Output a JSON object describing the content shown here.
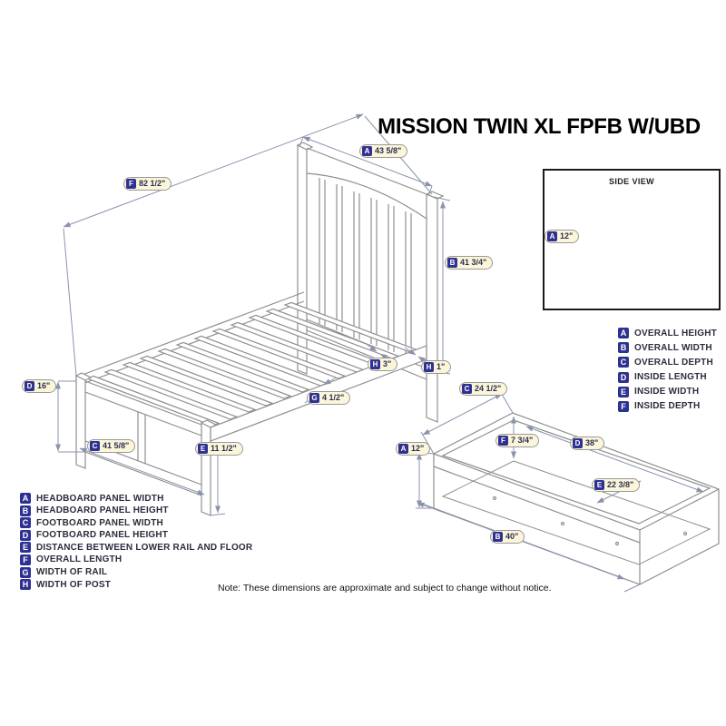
{
  "title": "MISSION TWIN XL FPFB W/UBD",
  "note": "Note:  These dimensions are approximate and subject to change without notice.",
  "side_view": {
    "title": "SIDE VIEW"
  },
  "colors": {
    "badge_bg": "#FBF6D9",
    "badge_letter_bg": "#2E3192",
    "line": "#8F8F8F",
    "dim_line": "#8A93AC",
    "legend_text": "#2C2C3E"
  },
  "dims": {
    "bed": [
      {
        "letter": "A",
        "value": "43 5/8\""
      },
      {
        "letter": "F",
        "value": "82 1/2\""
      },
      {
        "letter": "B",
        "value": "41 3/4\""
      },
      {
        "letter": "D",
        "value": "16\""
      },
      {
        "letter": "C",
        "value": "41 5/8\""
      },
      {
        "letter": "E",
        "value": "11 1/2\""
      },
      {
        "letter": "G",
        "value": "4 1/2\""
      },
      {
        "letter": "H",
        "value": "3\""
      },
      {
        "letter": "H",
        "value": "1\""
      }
    ],
    "side_view": [
      {
        "letter": "A",
        "value": "12\""
      }
    ],
    "drawer": [
      {
        "letter": "C",
        "value": "24 1/2\""
      },
      {
        "letter": "A",
        "value": "12\""
      },
      {
        "letter": "F",
        "value": "7 3/4\""
      },
      {
        "letter": "D",
        "value": "38\""
      },
      {
        "letter": "E",
        "value": "22 3/8\""
      },
      {
        "letter": "B",
        "value": "40\""
      }
    ]
  },
  "legend_bed": {
    "items": [
      {
        "letter": "A",
        "label": "HEADBOARD PANEL WIDTH"
      },
      {
        "letter": "B",
        "label": "HEADBOARD PANEL HEIGHT"
      },
      {
        "letter": "C",
        "label": "FOOTBOARD PANEL WIDTH"
      },
      {
        "letter": "D",
        "label": "FOOTBOARD PANEL HEIGHT"
      },
      {
        "letter": "E",
        "label": "DISTANCE BETWEEN LOWER RAIL AND FLOOR"
      },
      {
        "letter": "F",
        "label": "OVERALL LENGTH"
      },
      {
        "letter": "G",
        "label": "WIDTH OF RAIL"
      },
      {
        "letter": "H",
        "label": "WIDTH OF POST"
      }
    ]
  },
  "legend_drawer": {
    "items": [
      {
        "letter": "A",
        "label": "OVERALL HEIGHT"
      },
      {
        "letter": "B",
        "label": "OVERALL WIDTH"
      },
      {
        "letter": "C",
        "label": "OVERALL DEPTH"
      },
      {
        "letter": "D",
        "label": "INSIDE LENGTH"
      },
      {
        "letter": "E",
        "label": "INSIDE WIDTH"
      },
      {
        "letter": "F",
        "label": "INSIDE DEPTH"
      }
    ]
  }
}
